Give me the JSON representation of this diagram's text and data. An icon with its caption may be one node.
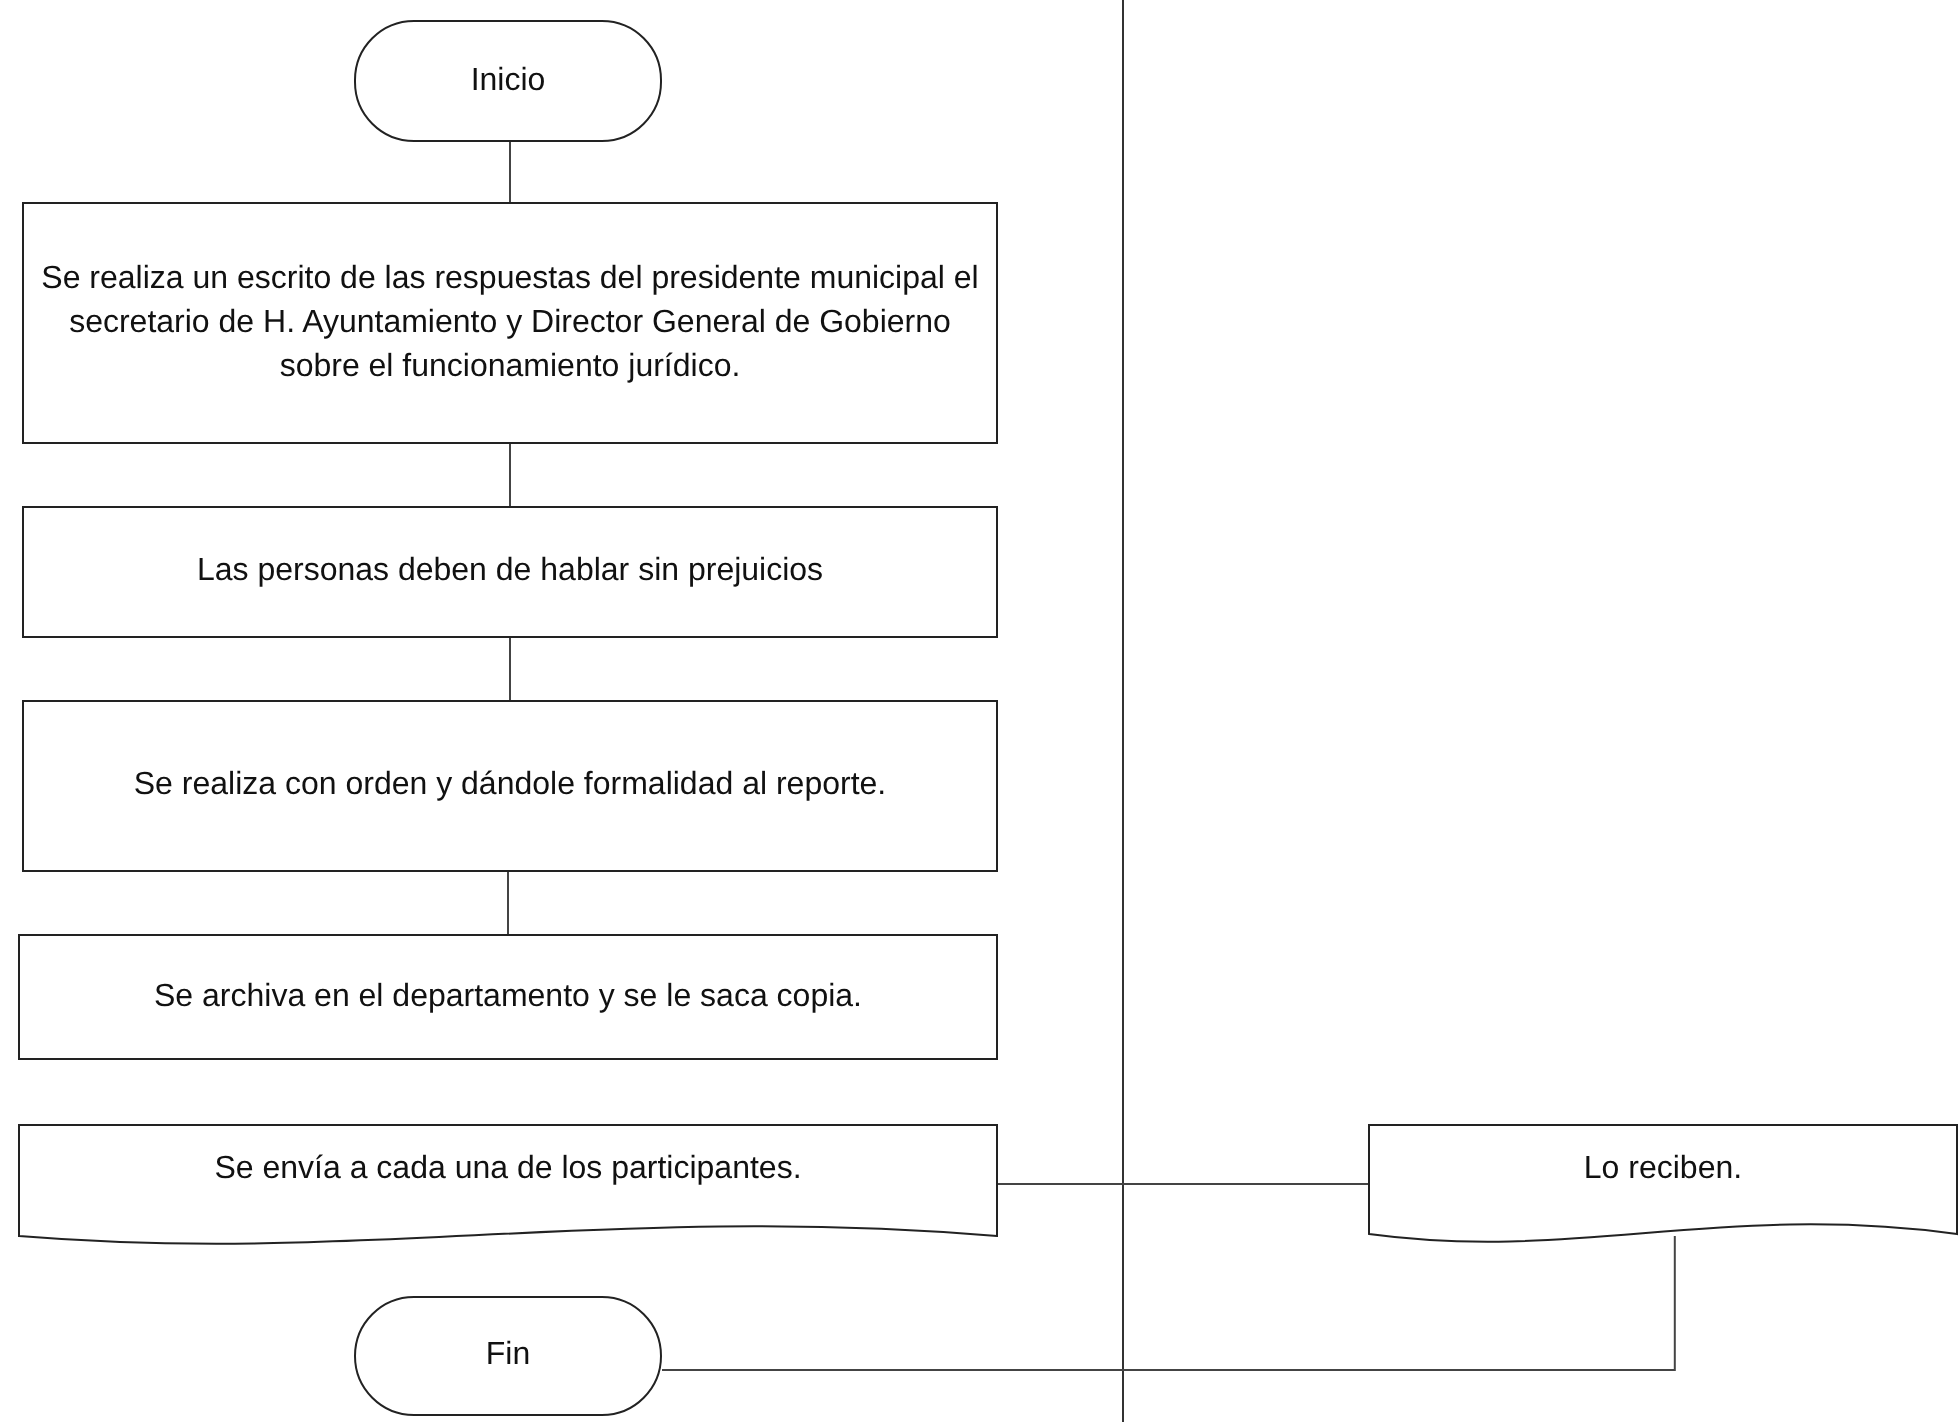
{
  "diagram": {
    "nodes": [
      {
        "text": [
          "Inicio"
        ]
      },
      {
        "text": [
          "Se realiza un escrito de las respuestas del presidente municipal el secretario de H. Ayuntamiento y Director General de Gobierno sobre el funcionamiento jurídico."
        ]
      },
      {
        "text": [
          "Las personas deben de hablar sin prejuicios"
        ]
      },
      {
        "text": [
          "Se realiza con orden y dándole formalidad al reporte."
        ]
      },
      {
        "text": [
          "Se archiva en el departamento y se le saca copia."
        ]
      },
      {
        "text": [
          "Se envía a cada una de los participantes."
        ]
      },
      {
        "text": [
          "Lo reciben."
        ]
      },
      {
        "text": [
          "Fin"
        ]
      }
    ],
    "edges": [
      {
        "from": 0,
        "to": 1,
        "arrow": "none"
      },
      {
        "from": 1,
        "to": 2,
        "arrow": "none"
      },
      {
        "from": 2,
        "to": 3,
        "arrow": "none"
      },
      {
        "from": 3,
        "to": 4,
        "arrow": "none"
      },
      {
        "from": 5,
        "to": 6,
        "arrow": "none"
      },
      {
        "from": 6,
        "to": 7,
        "arrow": "none"
      }
    ]
  }
}
